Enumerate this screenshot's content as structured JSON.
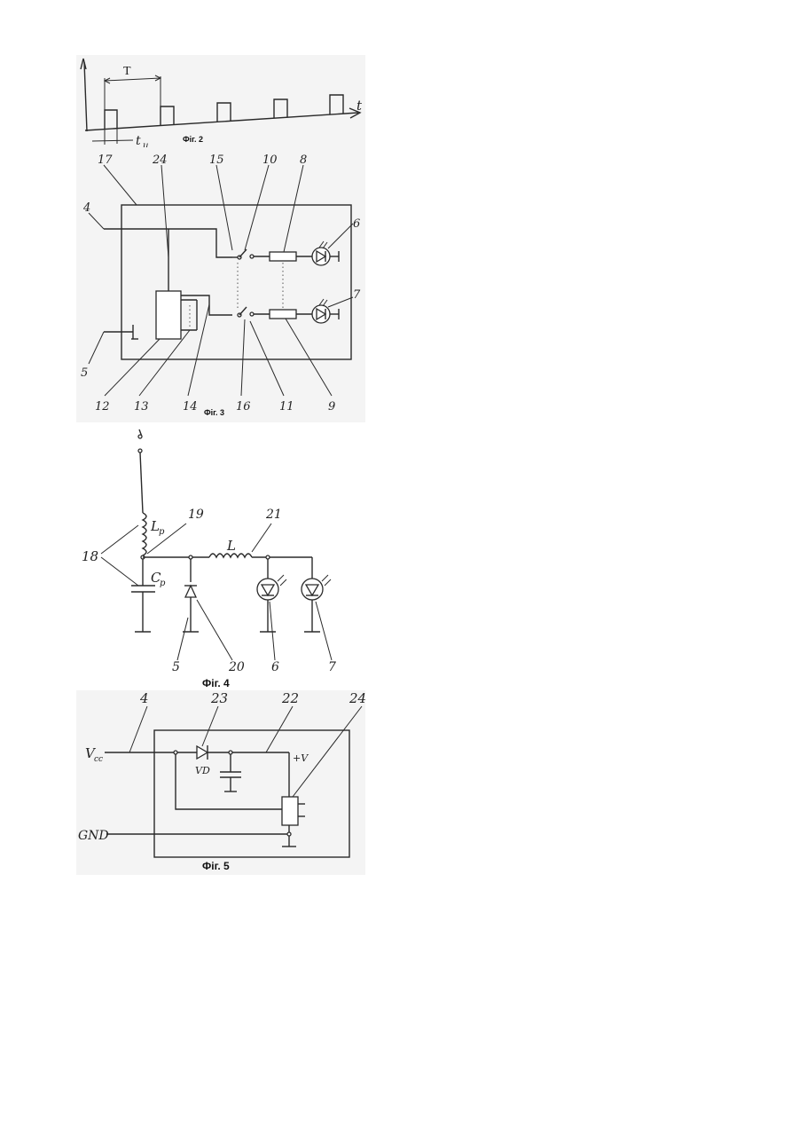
{
  "fig2": {
    "caption": "Фіг. 2",
    "axis_t": "t",
    "period": "T",
    "pulse_width": "t",
    "pulse_width_sub": "и"
  },
  "fig3": {
    "caption": "Фіг. 3",
    "refs": [
      "17",
      "24",
      "15",
      "10",
      "8",
      "6",
      "4",
      "7",
      "5",
      "12",
      "13",
      "14",
      "16",
      "11",
      "9"
    ]
  },
  "fig4": {
    "caption": "Фіг. 4",
    "inductor_p": "L",
    "inductor_p_sub": "p",
    "capacitor_p": "C",
    "capacitor_p_sub": "p",
    "inductor": "L",
    "refs": [
      "18",
      "19",
      "21",
      "5",
      "20",
      "6",
      "7"
    ]
  },
  "fig5": {
    "caption": "Фіг. 5",
    "vcc": "V",
    "vcc_sub": "cc",
    "gnd": "GND",
    "diode": "VD",
    "plus_v": "+V",
    "refs": [
      "4",
      "23",
      "22",
      "24"
    ]
  }
}
